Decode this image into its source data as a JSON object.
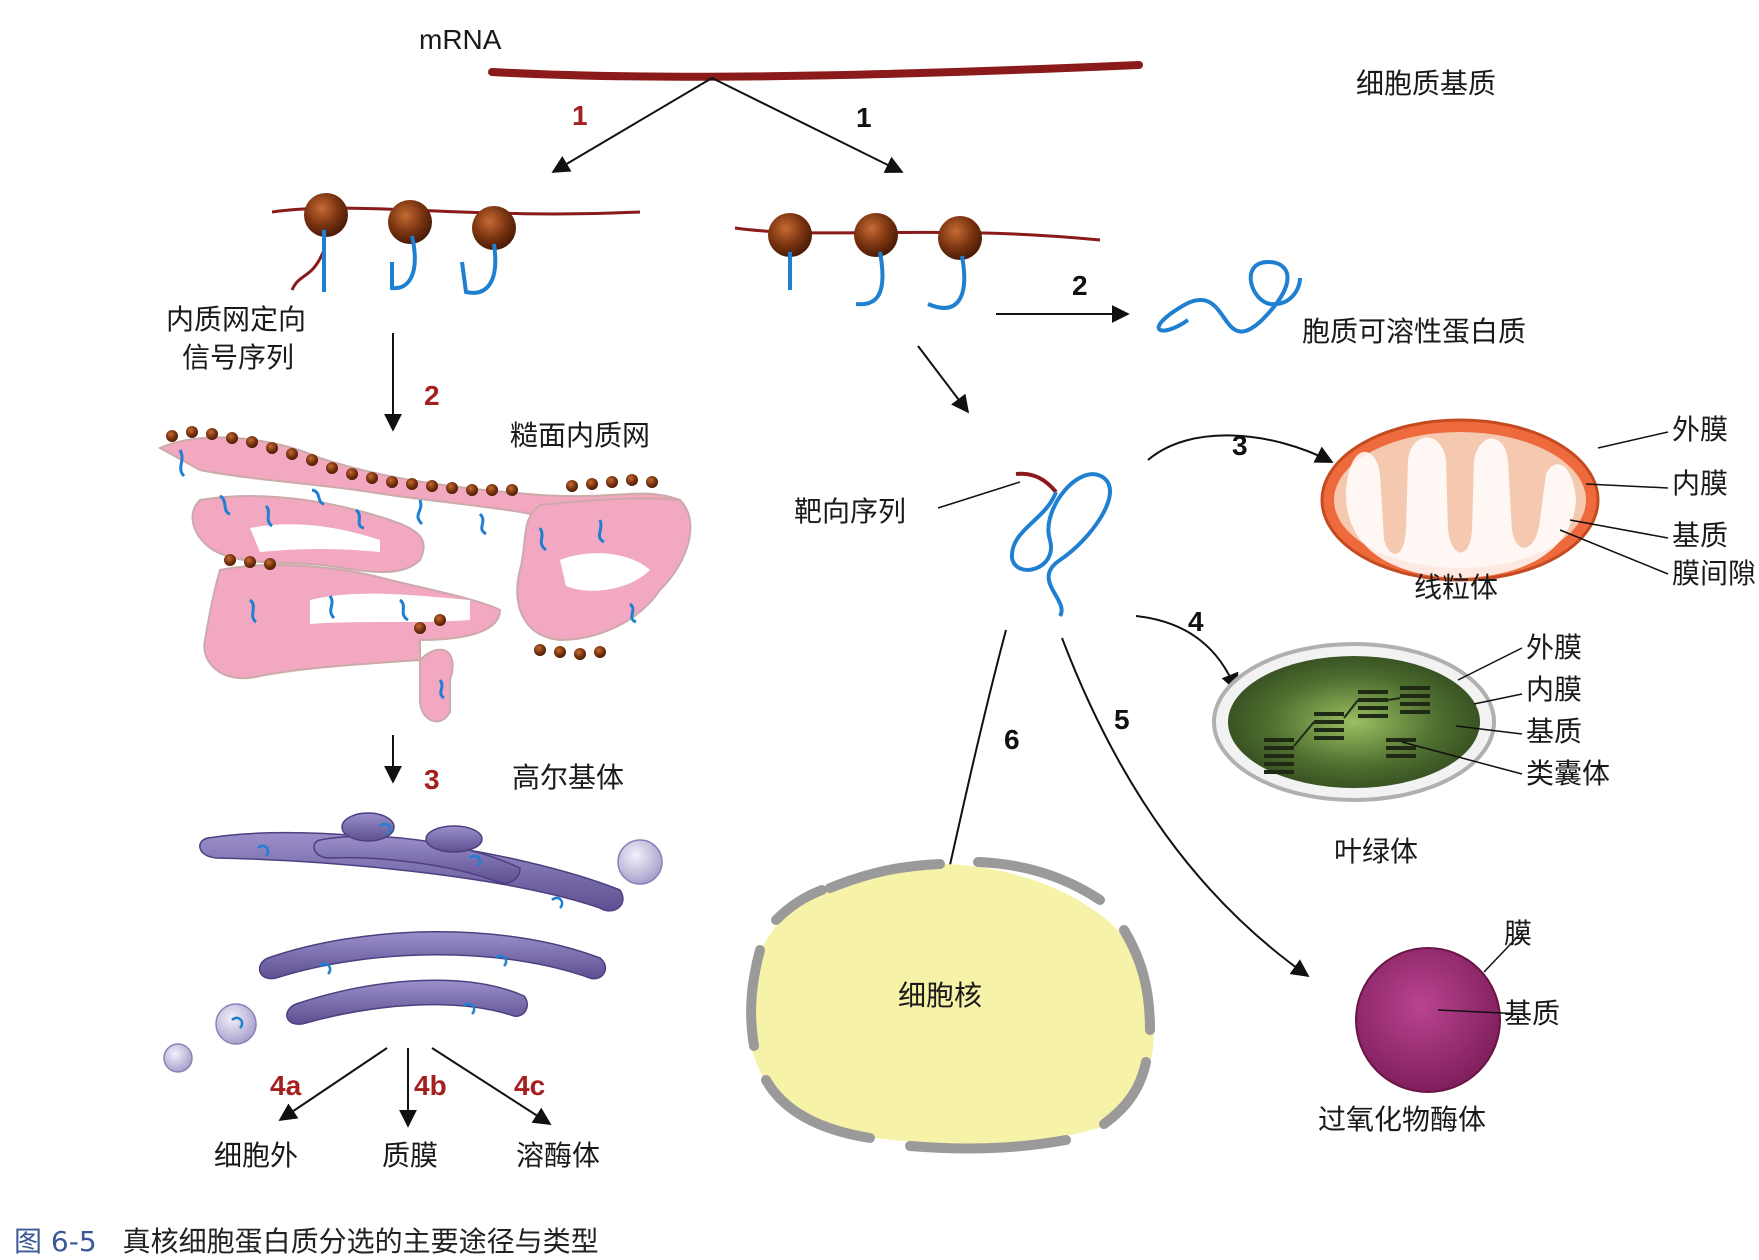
{
  "labels": {
    "mrna": "mRNA",
    "cytosol_matrix": "细胞质基质",
    "er_signal": [
      "内质网定向",
      "信号序列"
    ],
    "rough_er": "糙面内质网",
    "golgi": "高尔基体",
    "extracellular": "细胞外",
    "plasma_membrane": "质膜",
    "lysosome": "溶酶体",
    "soluble_protein": "胞质可溶性蛋白质",
    "targeting_seq": "靶向序列",
    "nucleus": "细胞核",
    "mito": {
      "title": "线粒体",
      "outer": "外膜",
      "inner": "内膜",
      "matrix": "基质",
      "intermembrane": "膜间隙"
    },
    "chloro": {
      "title": "叶绿体",
      "outer": "外膜",
      "inner": "内膜",
      "stroma": "基质",
      "thylakoid": "类囊体"
    },
    "perox": {
      "title": "过氧化物酶体",
      "membrane": "膜",
      "matrix": "基质"
    }
  },
  "steps": {
    "left_1": "1",
    "right_1": "1",
    "left_2": "2",
    "left_3": "3",
    "s4a": "4a",
    "s4b": "4b",
    "s4c": "4c",
    "right_2": "2",
    "right_3": "3",
    "right_4": "4",
    "right_5": "5",
    "right_6": "6"
  },
  "caption": {
    "number": "图 6-5",
    "text": "真核细胞蛋白质分选的主要途径与类型"
  },
  "colors": {
    "mrna": "#8b1a1a",
    "ribosome": "#7a3410",
    "polypeptide": "#1f7fd0",
    "er": "#f2a8c0",
    "golgi": "#7b6aa8",
    "mito": "#ee6a3c",
    "chloro": "#4a6b2a",
    "nucleus": "#f6f2a8",
    "perox": "#9a2a72",
    "red_step": "#a3201f"
  }
}
